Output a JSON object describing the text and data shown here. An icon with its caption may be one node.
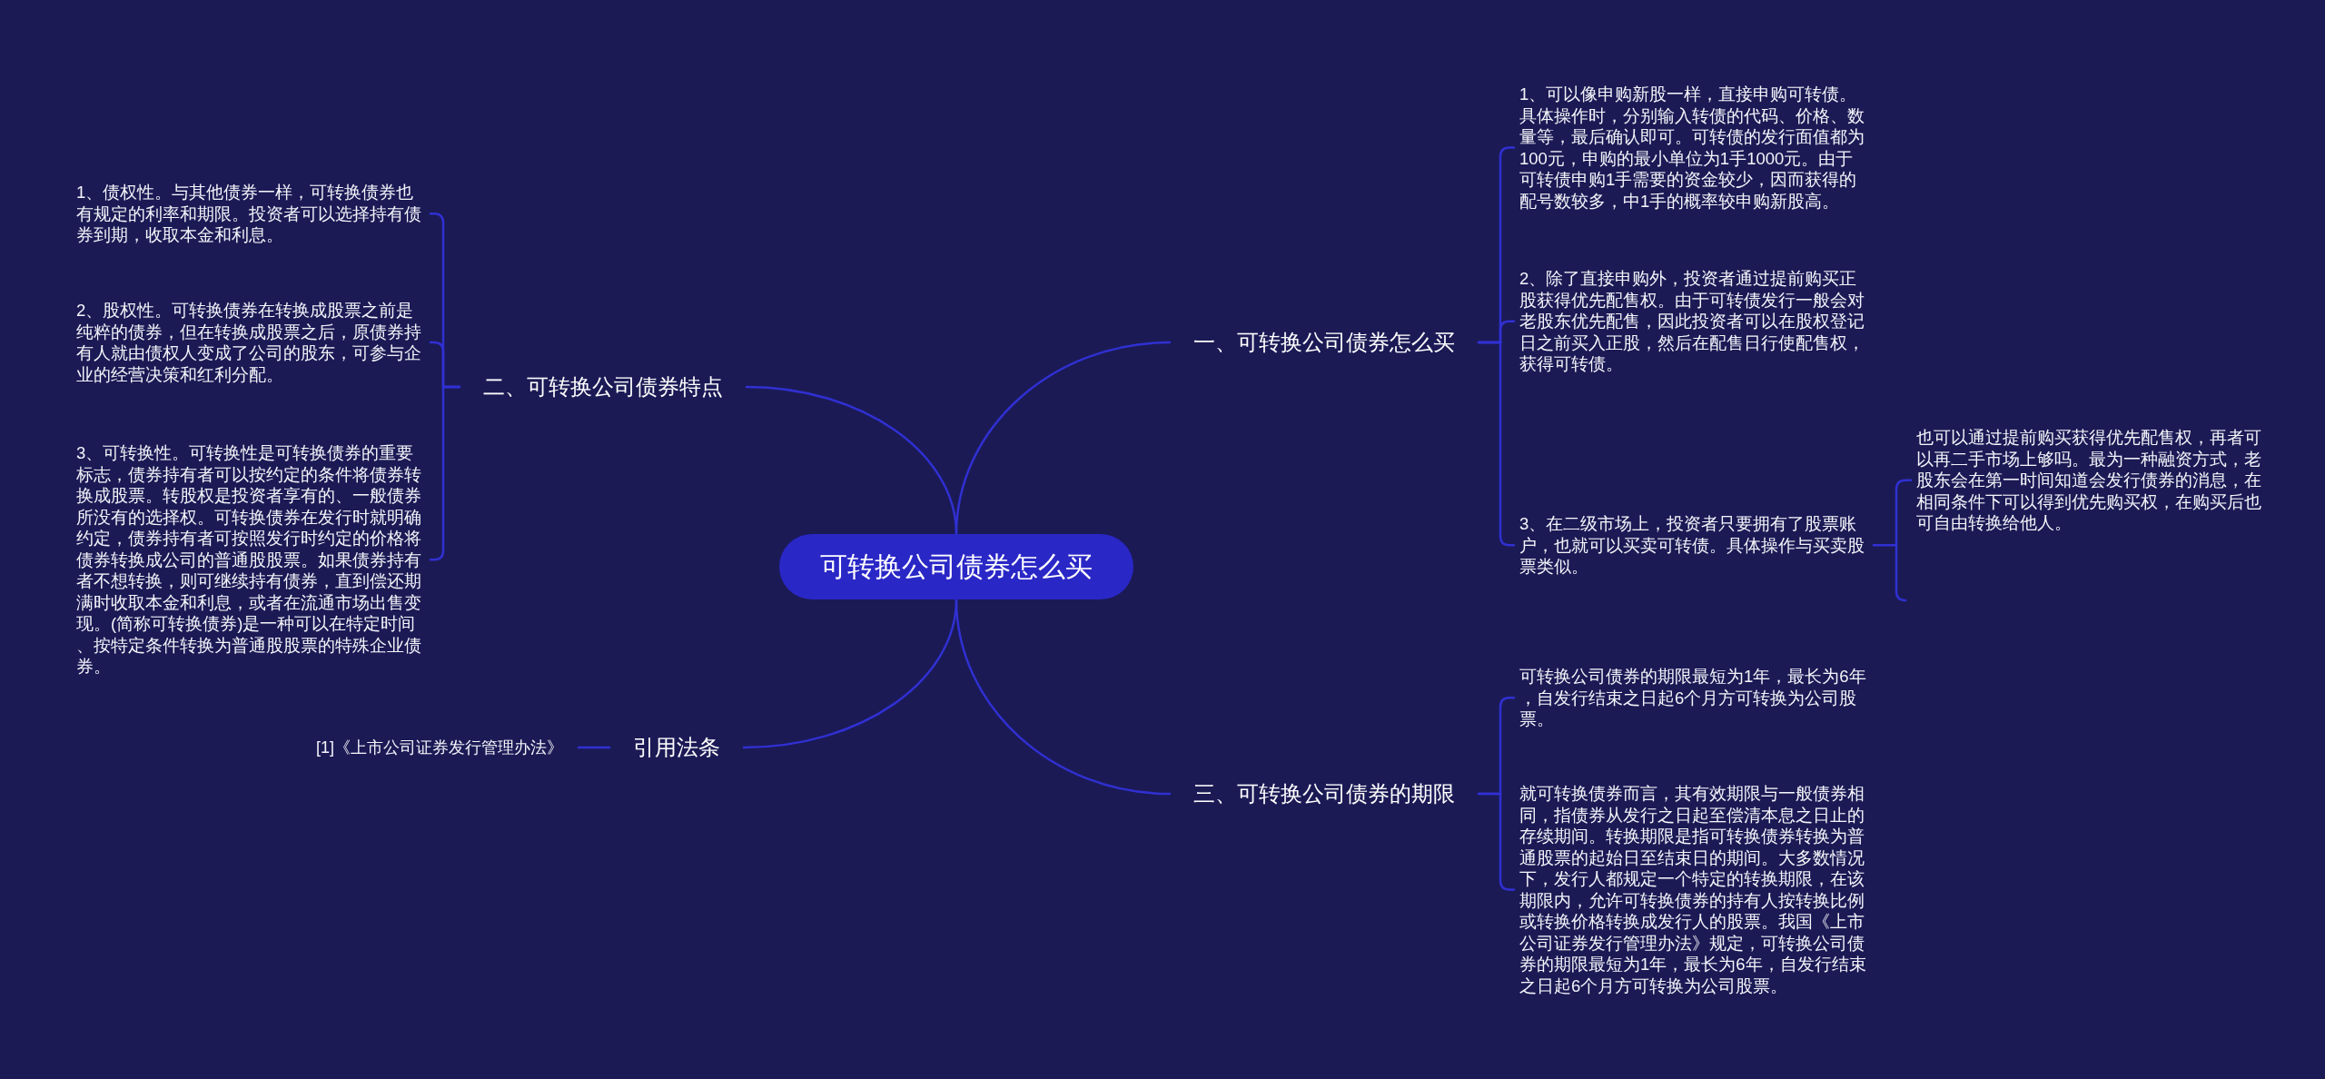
{
  "diagram": {
    "nodes": [
      {
        "text": [
          "可转换公司债券怎么买"
        ]
      },
      {
        "text": [
          "一、可转换公司债券怎么买"
        ]
      },
      {
        "text": [
          "1、可以像申购新股一样，直接申购可转债。具体操作时，分别输入转债的代码、价格、数量等，最后确认即可。可转债的发行面值都为100元，申购的最小单位为1手1000元。由于可转债申购1手需要的资金较少，因而获得的配号数较多，中1手的概率较申购新股高。"
        ]
      },
      {
        "text": [
          "2、除了直接申购外，投资者通过提前购买正股获得优先配售权。由于可转债发行一般会对老股东优先配售，因此投资者可以在股权登记日之前买入正股，然后在配售日行使配售权，获得可转债。"
        ]
      },
      {
        "text": [
          "3、在二级市场上，投资者只要拥有了股票账户，也就可以买卖可转债。具体操作与买卖股票类似。"
        ]
      },
      {
        "text": [
          "也可以通过提前购买获得优先配售权，再者可以再二手市场上够吗。最为一种融资方式，老股东会在第一时间知道会发行债券的消息，在相同条件下可以得到优先购买权，在购买后也可自由转换给他人。"
        ]
      },
      {
        "text": [
          "二、可转换公司债券特点"
        ]
      },
      {
        "text": [
          "1、债权性。与其他债券一样，可转换债券也有规定的利率和期限。投资者可以选择持有债券到期，收取本金和利息。"
        ]
      },
      {
        "text": [
          "2、股权性。可转换债券在转换成股票之前是纯粹的债券，但在转换成股票之后，原债券持有人就由债权人变成了公司的股东，可参与企业的经营决策和红利分配。"
        ]
      },
      {
        "text": [
          "3、可转换性。可转换性是可转换债券的重要标志，债券持有者可以按约定的条件将债券转换成股票。转股权是投资者享有的、一般债券所没有的选择权。可转换债券在发行时就明确约定，债券持有者可按照发行时约定的价格将债券转换成公司的普通股股票。如果债券持有者不想转换，则可继续持有债券，直到偿还期满时收取本金和利息，或者在流通市场出售变现。(简称可转换债券)是一种可以在特定时间、按特定条件转换为普通股股票的特殊企业债券。"
        ]
      },
      {
        "text": [
          "三、可转换公司债券的期限"
        ]
      },
      {
        "text": [
          "可转换公司债券的期限最短为1年，最长为6年，自发行结束之日起6个月方可转换为公司股票。"
        ]
      },
      {
        "text": [
          "就可转换债券而言，其有效期限与一般债券相同，指债券从发行之日起至偿清本息之日止的存续期间。转换期限是指可转换债券转换为普通股票的起始日至结束日的期间。大多数情况下，发行人都规定一个特定的转换期限，在该期限内，允许可转换债券的持有人按转换比例或转换价格转换成发行人的股票。我国《上市公司证券发行管理办法》规定，可转换公司债券的期限最短为1年，最长为6年，自发行结束之日起6个月方可转换为公司股票。"
        ]
      },
      {
        "text": [
          "引用法条"
        ]
      },
      {
        "text": [
          "[1]《上市公司证券发行管理办法》"
        ]
      }
    ],
    "edges": [
      {
        "from": 0,
        "to": 1,
        "arrow": "none"
      },
      {
        "from": 1,
        "to": 2,
        "arrow": "none"
      },
      {
        "from": 1,
        "to": 3,
        "arrow": "none"
      },
      {
        "from": 1,
        "to": 4,
        "arrow": "none"
      },
      {
        "from": 4,
        "to": 5,
        "arrow": "none"
      },
      {
        "from": 0,
        "to": 6,
        "arrow": "none"
      },
      {
        "from": 6,
        "to": 7,
        "arrow": "none"
      },
      {
        "from": 6,
        "to": 8,
        "arrow": "none"
      },
      {
        "from": 6,
        "to": 9,
        "arrow": "none"
      },
      {
        "from": 0,
        "to": 10,
        "arrow": "none"
      },
      {
        "from": 10,
        "to": 11,
        "arrow": "none"
      },
      {
        "from": 10,
        "to": 12,
        "arrow": "none"
      },
      {
        "from": 0,
        "to": 13,
        "arrow": "none"
      },
      {
        "from": 13,
        "to": 14,
        "arrow": "none"
      }
    ]
  }
}
